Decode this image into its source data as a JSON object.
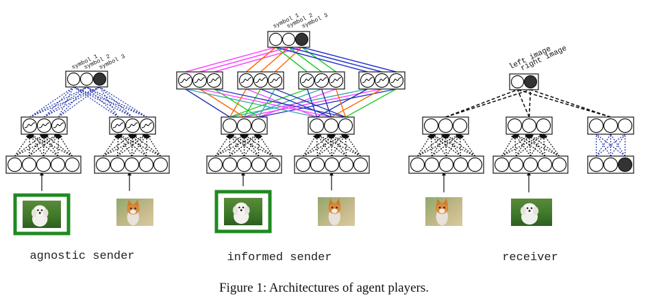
{
  "caption": "Figure 1: Architectures of agent players.",
  "panels": {
    "agnostic": {
      "label": "agnostic sender",
      "symbols": [
        "symbol 1",
        "symbol 2",
        "symbol 3"
      ]
    },
    "informed": {
      "label": "informed sender",
      "symbols": [
        "symbol 1",
        "symbol 2",
        "symbol 3"
      ]
    },
    "receiver": {
      "label": "receiver",
      "outputs": [
        "left image",
        "right image"
      ]
    }
  },
  "images": [
    {
      "name": "white-puppy-image",
      "highlighted": true
    },
    {
      "name": "kitten-image",
      "highlighted": false
    },
    {
      "name": "white-puppy-image",
      "highlighted": true
    },
    {
      "name": "kitten-image",
      "highlighted": false
    },
    {
      "name": "kitten-image",
      "highlighted": false
    },
    {
      "name": "white-puppy-image",
      "highlighted": false
    }
  ],
  "colors": {
    "highlight_border": "#1f8a1f",
    "filled_unit": "#333333",
    "connection_blue": "#2233aa",
    "connection_black": "#111111",
    "informed_lines": [
      "#ff44ff",
      "#ff6600",
      "#22cc22",
      "#2233cc",
      "#33aaaa",
      "#22bbdd"
    ]
  }
}
